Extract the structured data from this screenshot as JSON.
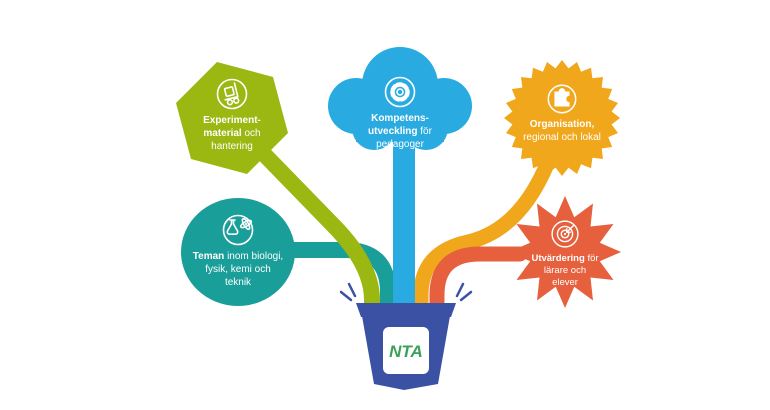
{
  "title": "NTA program parts infographic",
  "pot": {
    "label": "NTA",
    "color": "#3b51a3",
    "label_color": "#3aa05a",
    "label_bg": "#ffffff"
  },
  "badges": [
    {
      "id": "experiment",
      "shape": "hexagon",
      "color": "#9ab712",
      "bold": "Experiment-material",
      "rest": "och hantering",
      "icon": "hand-truck-icon"
    },
    {
      "id": "kompetens",
      "shape": "cloud",
      "color": "#29abe2",
      "bold": "Kompetens-utveckling",
      "rest": "för pedagoger",
      "icon": "gear-icon"
    },
    {
      "id": "organisation",
      "shape": "seal",
      "color": "#f0a71c",
      "bold": "Organisation,",
      "rest": "regional och lokal",
      "icon": "puzzle-icon"
    },
    {
      "id": "teman",
      "shape": "ellipse",
      "color": "#1a9e99",
      "bold": "Teman",
      "rest": "inom biologi, fysik, kemi och teknik",
      "icon": "science-icon"
    },
    {
      "id": "utvardering",
      "shape": "starburst",
      "color": "#e6603e",
      "bold": "Utvärdering",
      "rest": "för lärare och elever",
      "icon": "target-icon"
    }
  ]
}
